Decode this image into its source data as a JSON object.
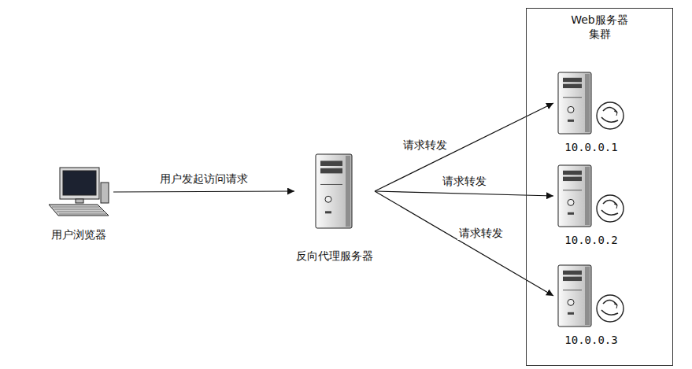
{
  "diagram": {
    "nodes": [
      {
        "text": [
          "用户浏览器"
        ]
      },
      {
        "text": [
          "反向代理服务器"
        ]
      },
      {
        "text": [
          "Web服务器 集群"
        ]
      },
      {
        "text": [
          "10.0.0.1"
        ],
        "in": 2
      },
      {
        "text": [
          "10.0.0.2"
        ],
        "in": 2
      },
      {
        "text": [
          "10.0.0.3"
        ],
        "in": 2
      }
    ],
    "edges": [
      {
        "from": 0,
        "to": 1,
        "arrow": "to",
        "label": "用户发起访问请求"
      },
      {
        "from": 1,
        "to": 3,
        "arrow": "to",
        "label": "请求转发"
      },
      {
        "from": 1,
        "to": 4,
        "arrow": "to",
        "label": "请求转发"
      },
      {
        "from": 1,
        "to": 5,
        "arrow": "to",
        "label": "请求转发"
      }
    ]
  }
}
